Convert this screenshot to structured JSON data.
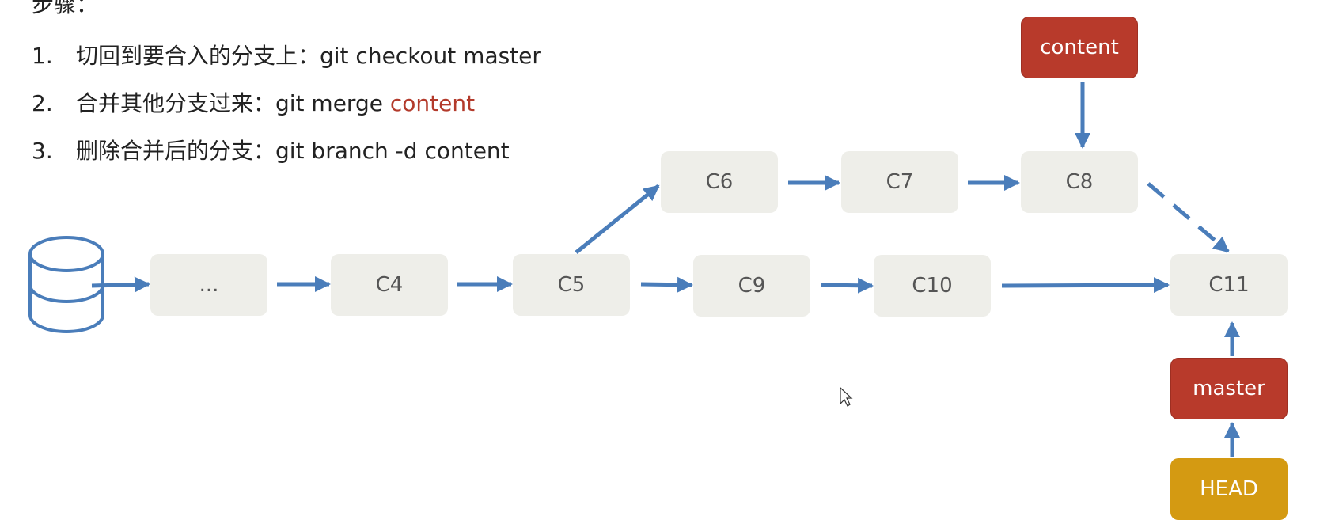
{
  "heading": "步骤：",
  "steps": [
    {
      "num": "1.",
      "text": "切回到要合入的分支上：git checkout master",
      "highlight": ""
    },
    {
      "num": "2.",
      "text": "合并其他分支过来：git merge ",
      "highlight": "content"
    },
    {
      "num": "3.",
      "text": "删除合并后的分支：git branch -d content",
      "highlight": ""
    }
  ],
  "nodes": {
    "dots": "...",
    "c4": "C4",
    "c5": "C5",
    "c6": "C6",
    "c7": "C7",
    "c8": "C8",
    "c9": "C9",
    "c10": "C10",
    "c11": "C11",
    "content": "content",
    "master": "master",
    "head": "HEAD"
  },
  "colors": {
    "commit_fill": "#eeeee9",
    "branch_label": "#b83a2b",
    "head_label": "#d49a12",
    "arrow": "#4a7dba",
    "highlight_text": "#b33a2b"
  },
  "icons": {
    "repository": "database-icon",
    "pointer": "cursor-icon"
  }
}
